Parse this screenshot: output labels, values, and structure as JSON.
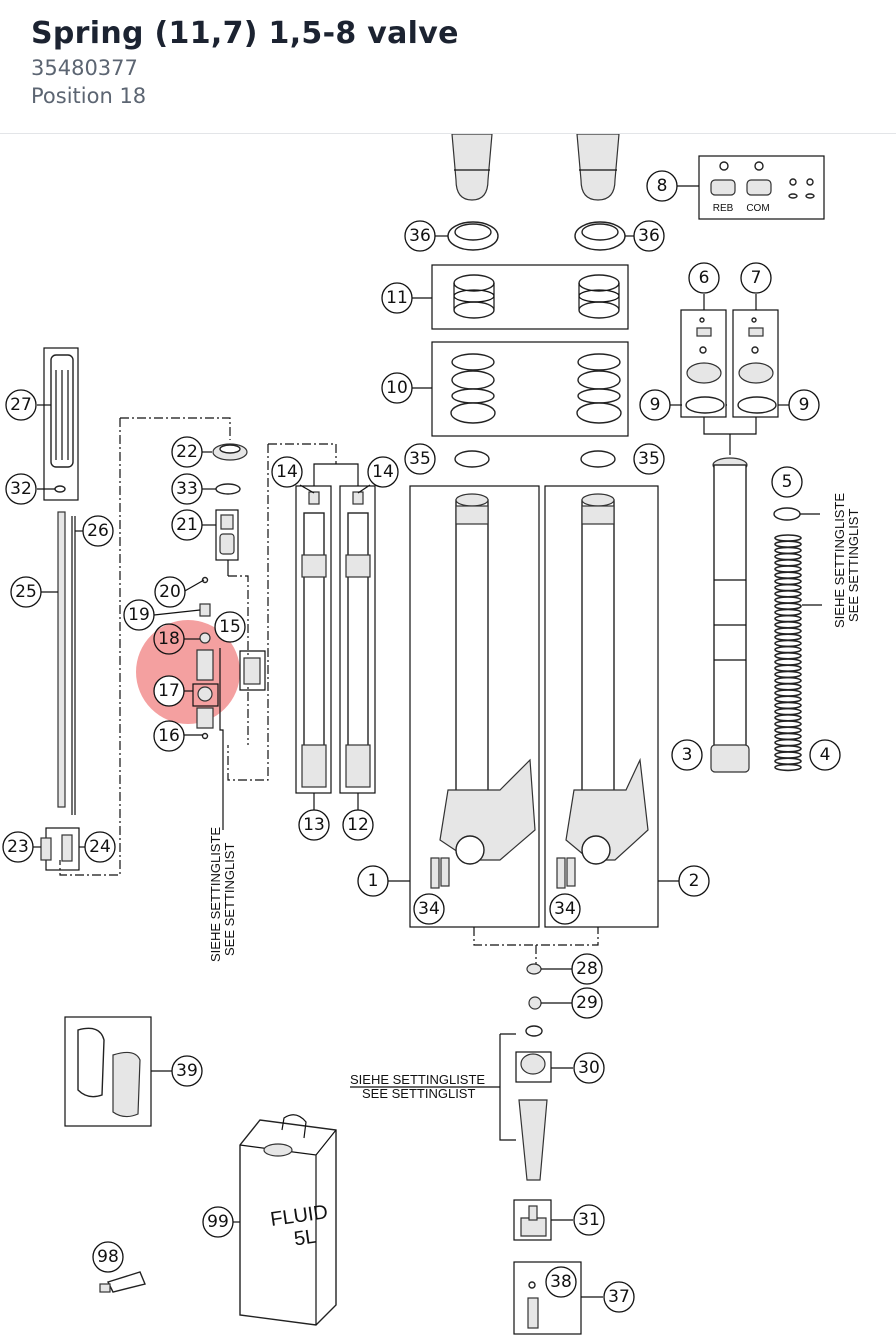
{
  "header": {
    "title": "Spring (11,7) 1,5-8 valve",
    "part_number": "35480377",
    "position": "Position 18"
  },
  "diagram": {
    "highlighted_callout": "18",
    "highlight_color": "#f08080",
    "callouts": [
      "1",
      "2",
      "3",
      "4",
      "5",
      "6",
      "7",
      "8",
      "9",
      "9",
      "10",
      "11",
      "12",
      "13",
      "14",
      "14",
      "15",
      "16",
      "17",
      "18",
      "19",
      "20",
      "21",
      "22",
      "23",
      "24",
      "25",
      "26",
      "27",
      "28",
      "29",
      "30",
      "31",
      "32",
      "33",
      "34",
      "34",
      "35",
      "35",
      "36",
      "36",
      "37",
      "38",
      "39",
      "98",
      "99"
    ],
    "annotations": {
      "settinglist_de": "SIEHE SETTINGLISTE",
      "settinglist_en": "SEE SETTINGLIST",
      "reb": "REB",
      "com": "COM",
      "fluid": "FLUID",
      "fluid_volume": "5L"
    }
  }
}
